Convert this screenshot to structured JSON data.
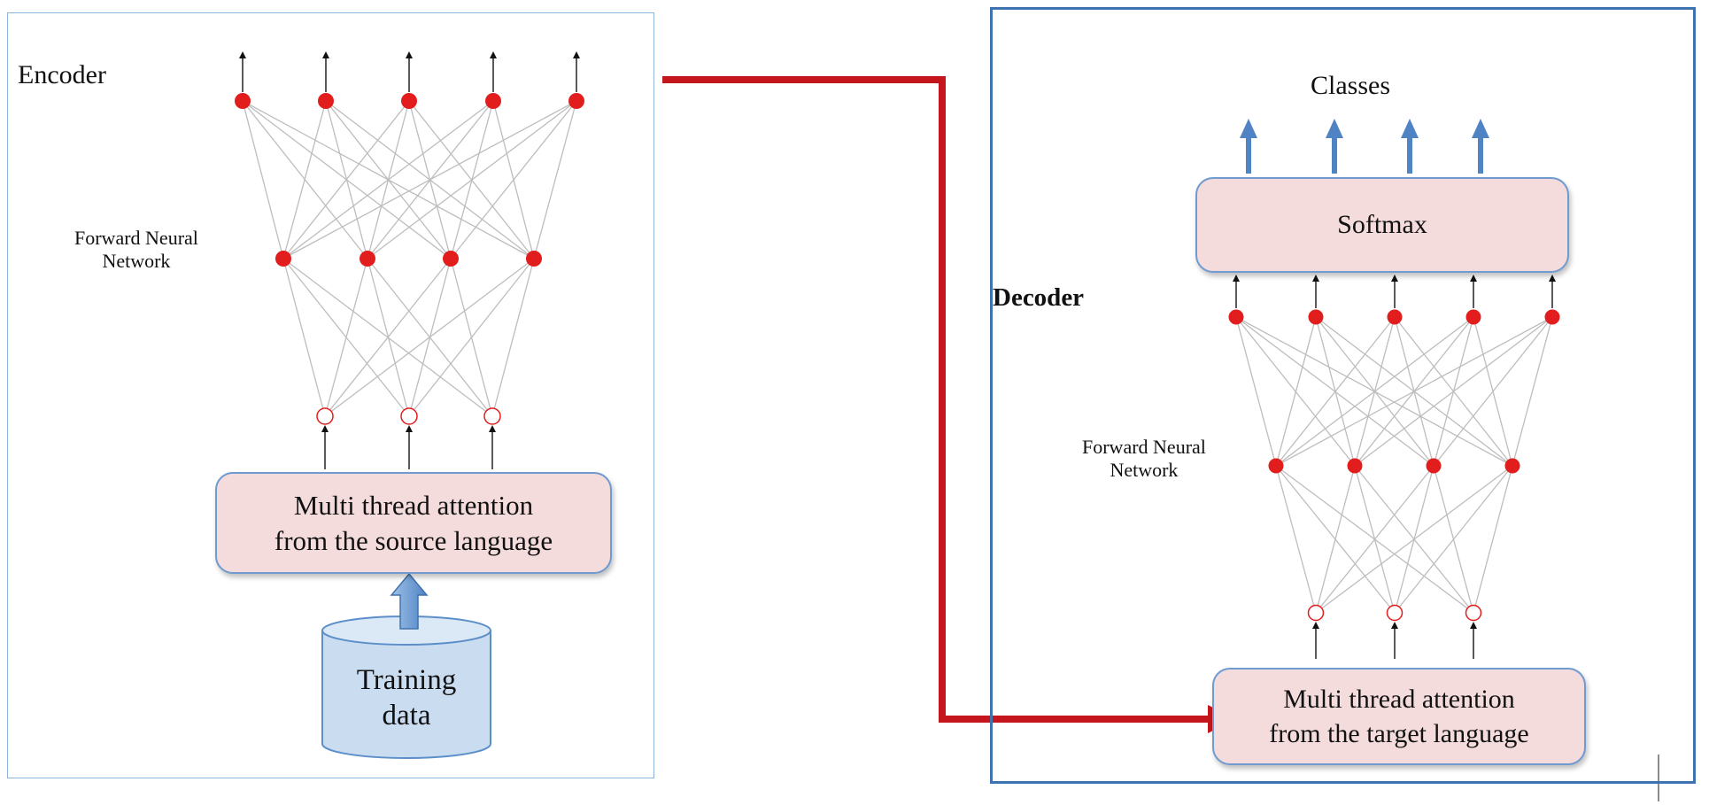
{
  "encoder": {
    "title": "Encoder",
    "network_label": "Forward Neural\nNetwork",
    "attention_box": "Multi thread attention\nfrom the source language",
    "database_label": "Training\ndata",
    "layers": [
      3,
      4,
      5
    ]
  },
  "decoder": {
    "title": "Decoder",
    "network_label": "Forward Neural\nNetwork",
    "attention_box": "Multi thread attention\nfrom the target language",
    "softmax_label": "Softmax",
    "outputs_label": "Classes",
    "layers": [
      3,
      4,
      5
    ],
    "output_arrows": 4
  },
  "colors": {
    "node": "#e21d1d",
    "edge": "#bdbdbd",
    "connector": "#c4161c",
    "box_fill": "#f4dcdd",
    "box_border": "#6f9bd0",
    "cylinder": "#c9dcf0",
    "blue_arrow": "#4f83c4"
  }
}
